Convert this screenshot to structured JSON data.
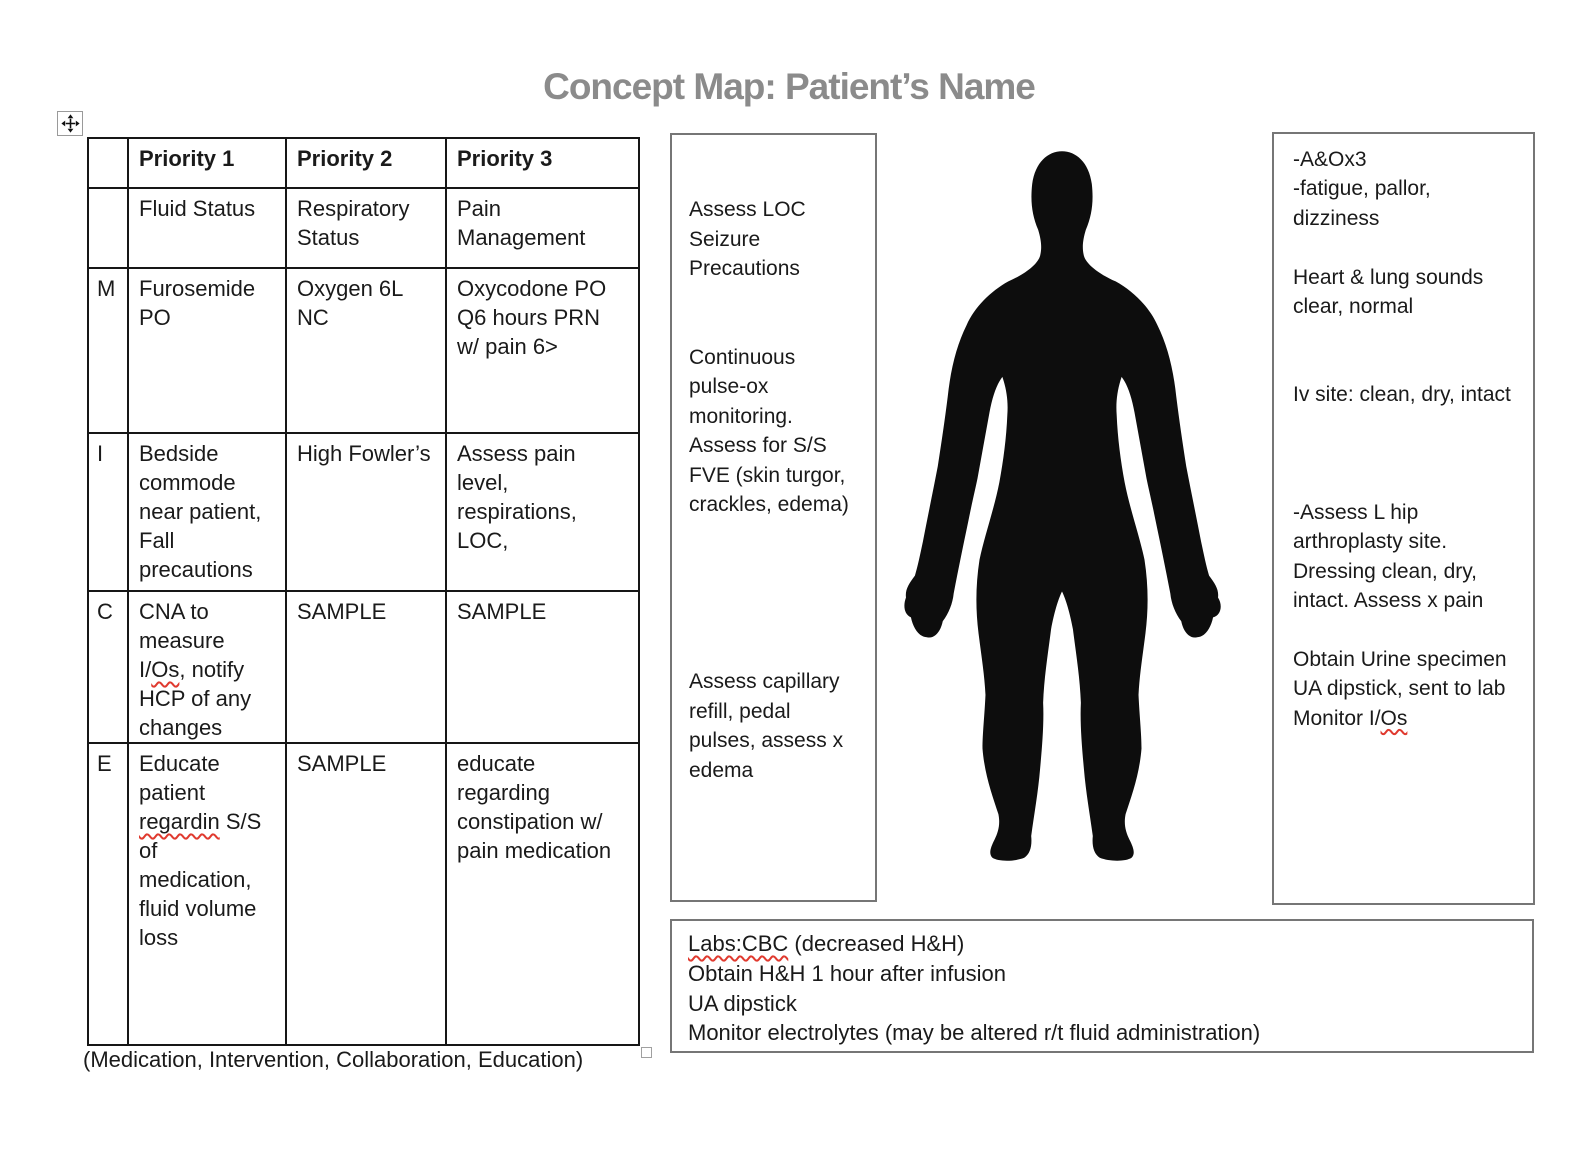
{
  "title": "Concept Map: Patient’s Name",
  "colors": {
    "title_gray": "#8b8b8b",
    "text": "#1a1a1a",
    "table_border": "#161616",
    "box_border": "#767676",
    "squiggle_red": "#e03a2f",
    "silhouette": "#0d0d0d"
  },
  "icons": {
    "move_handle": "four-way-move-arrow",
    "resize_handle": "resize-square",
    "body_figure": "human-body-silhouette"
  },
  "table": {
    "headers": {
      "col0": "",
      "col1": "Priority 1",
      "col2": "Priority 2",
      "col3": "Priority 3"
    },
    "rows": {
      "focus": {
        "label": "",
        "p1": "Fluid Status",
        "p2": "Respiratory\nStatus",
        "p3": "Pain\nManagement"
      },
      "medication": {
        "label": "M",
        "p1": "Furosemide\nPO",
        "p2": "Oxygen 6L NC",
        "p3": "Oxycodone PO\nQ6 hours PRN\nw/ pain 6>"
      },
      "intervention": {
        "label": "I",
        "p1": "Bedside\ncommode\nnear patient,\nFall\nprecautions",
        "p2": "High Fowler’s",
        "p3": "Assess pain\nlevel,\nrespirations,\nLOC,"
      },
      "collaboration": {
        "label": "C",
        "p1_pre": "CNA to\nmeasure\nI/",
        "p1_sq": "Os",
        "p1_post": ", notify\nHCP of any\nchanges",
        "p2": "SAMPLE",
        "p3": "SAMPLE"
      },
      "education": {
        "label": "E",
        "p1_pre": "Educate\npatient\n",
        "p1_sq": "regardin",
        "p1_post": " S/S\nof\nmedication,\nfluid volume\nloss",
        "p2": "SAMPLE",
        "p3": "educate\nregarding\nconstipation w/\npain medication"
      }
    },
    "caption": "(Medication, Intervention, Collaboration, Education)"
  },
  "assessment_left_box": {
    "text": "Assess LOC\nSeizure\nPrecautions\n\n\nContinuous\npulse-ox\nmonitoring.\nAssess for S/S\nFVE (skin turgor,\ncrackles, edema)\n\n\n\n\n\nAssess capillary\nrefill, pedal\npulses, assess x\nedema"
  },
  "assessment_right_box": {
    "text_pre": "-A&Ox3\n-fatigue, pallor,\ndizziness\n\nHeart & lung sounds\nclear, normal\n\n\nIv site: clean, dry, intact\n\n\n\n-Assess L hip\narthroplasty site.\nDressing clean, dry,\nintact. Assess x pain\n\nObtain Urine specimen\nUA dipstick, sent to lab\nMonitor I/",
    "text_sq": "Os"
  },
  "labs_box": {
    "sq": "Labs:CBC",
    "rest": " (decreased H&H)\nObtain H&H 1 hour after infusion\nUA dipstick\nMonitor electrolytes (may be altered r/t fluid administration)"
  }
}
